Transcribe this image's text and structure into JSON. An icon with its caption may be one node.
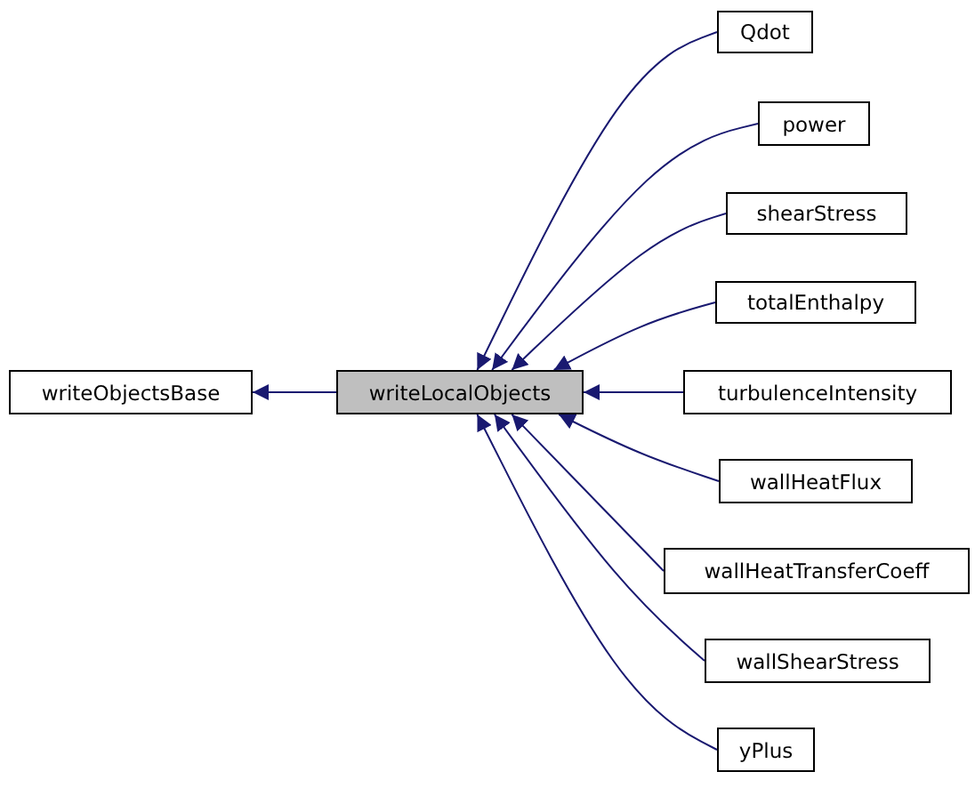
{
  "diagram": {
    "nodes": [
      {
        "text": [
          "writeObjectsBase"
        ]
      },
      {
        "text": [
          "writeLocalObjects"
        ]
      },
      {
        "text": [
          "Qdot"
        ]
      },
      {
        "text": [
          "power"
        ]
      },
      {
        "text": [
          "shearStress"
        ]
      },
      {
        "text": [
          "totalEnthalpy"
        ]
      },
      {
        "text": [
          "turbulenceIntensity"
        ]
      },
      {
        "text": [
          "wallHeatFlux"
        ]
      },
      {
        "text": [
          "wallHeatTransferCoeff"
        ]
      },
      {
        "text": [
          "wallShearStress"
        ]
      },
      {
        "text": [
          "yPlus"
        ]
      }
    ],
    "edges": [
      {
        "from": 1,
        "to": 0,
        "arrow": "to"
      },
      {
        "from": 2,
        "to": 1,
        "arrow": "to"
      },
      {
        "from": 3,
        "to": 1,
        "arrow": "to"
      },
      {
        "from": 4,
        "to": 1,
        "arrow": "to"
      },
      {
        "from": 5,
        "to": 1,
        "arrow": "to"
      },
      {
        "from": 6,
        "to": 1,
        "arrow": "to"
      },
      {
        "from": 7,
        "to": 1,
        "arrow": "to"
      },
      {
        "from": 8,
        "to": 1,
        "arrow": "to"
      },
      {
        "from": 9,
        "to": 1,
        "arrow": "to"
      },
      {
        "from": 10,
        "to": 1,
        "arrow": "to"
      }
    ]
  }
}
